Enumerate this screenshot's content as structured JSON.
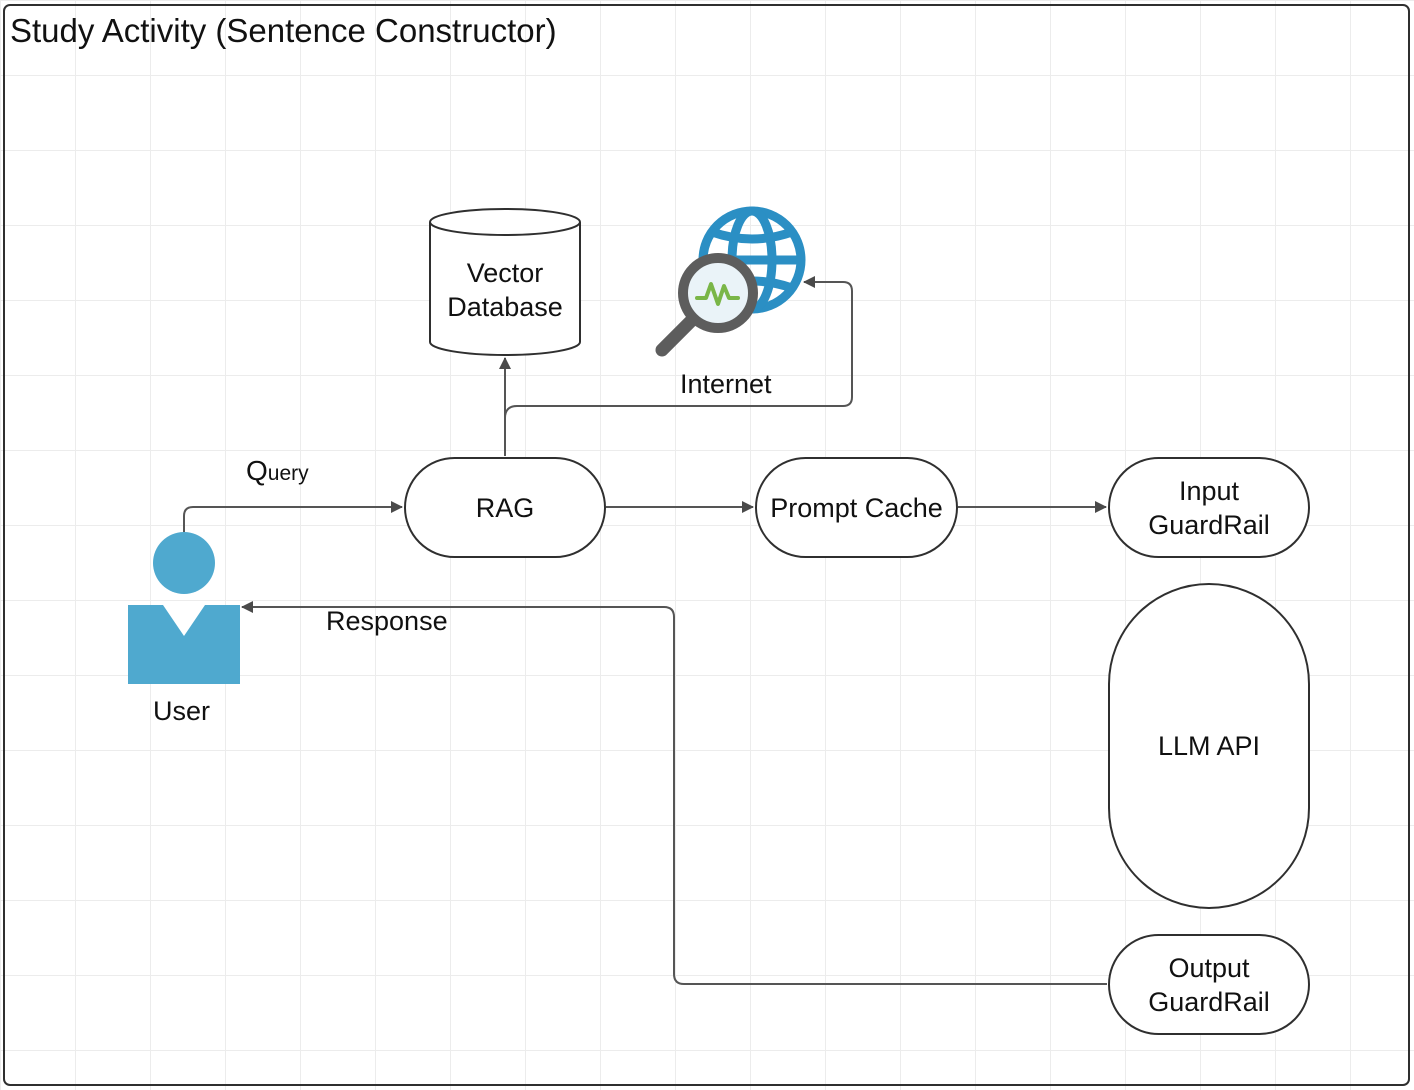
{
  "frame": {
    "title": "Study Activity (Sentence Constructor)"
  },
  "nodes": {
    "vector_db": "Vector\nDatabase",
    "internet": "Internet",
    "rag": "RAG",
    "prompt_cache": "Prompt Cache",
    "input_guardrail": "Input\nGuardRail",
    "llm_api": "LLM API",
    "output_guardrail": "Output\nGuardRail",
    "user": "User"
  },
  "edges": {
    "query_first_letter": "Q",
    "query_rest": "uery",
    "response": "Response"
  },
  "icons": {
    "user": "user-icon",
    "internet": "globe-search-icon",
    "database": "database-cylinder-icon"
  },
  "colors": {
    "user_fill": "#4fa9cf",
    "globe_stroke": "#2b8fc4",
    "magnifier_frame": "#5d5d5d",
    "pulse": "#7ab648",
    "line": "#555555"
  }
}
